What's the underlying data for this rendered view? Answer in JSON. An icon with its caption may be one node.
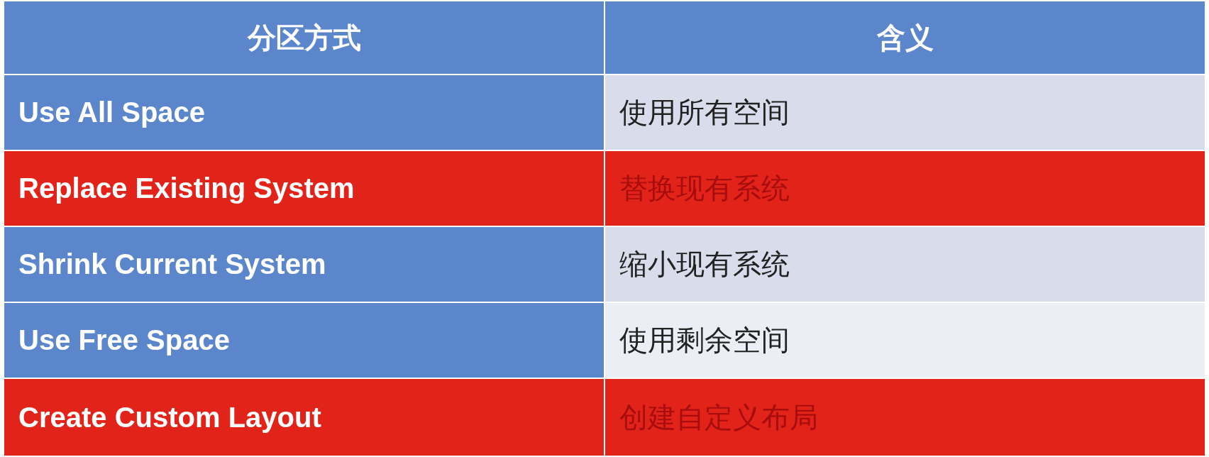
{
  "diagram": {
    "labels": [
      "分区方式",
      "含义",
      "Use All Space",
      "使用所有空间",
      "Replace Existing System",
      "替换现有系统",
      "Shrink Current System",
      "缩小现有系统",
      "Use Free Space",
      "使用剩余空间",
      "Create Custom Layout",
      "创建自定义布局"
    ]
  }
}
